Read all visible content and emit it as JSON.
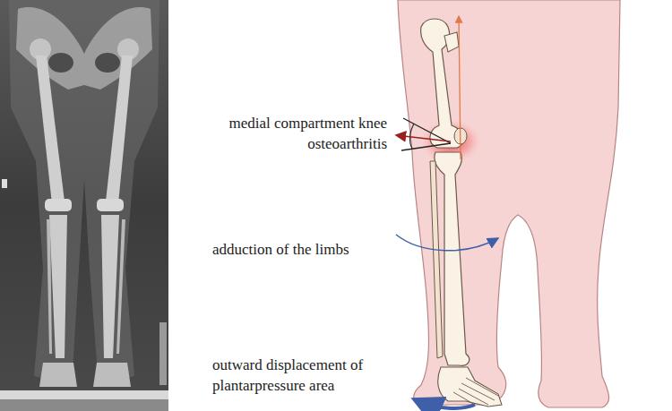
{
  "diagram": {
    "labels": [
      "medial compartment knee osteoarthritis",
      "adduction of the limbs",
      "outward displacement of plantarpressure area"
    ]
  }
}
